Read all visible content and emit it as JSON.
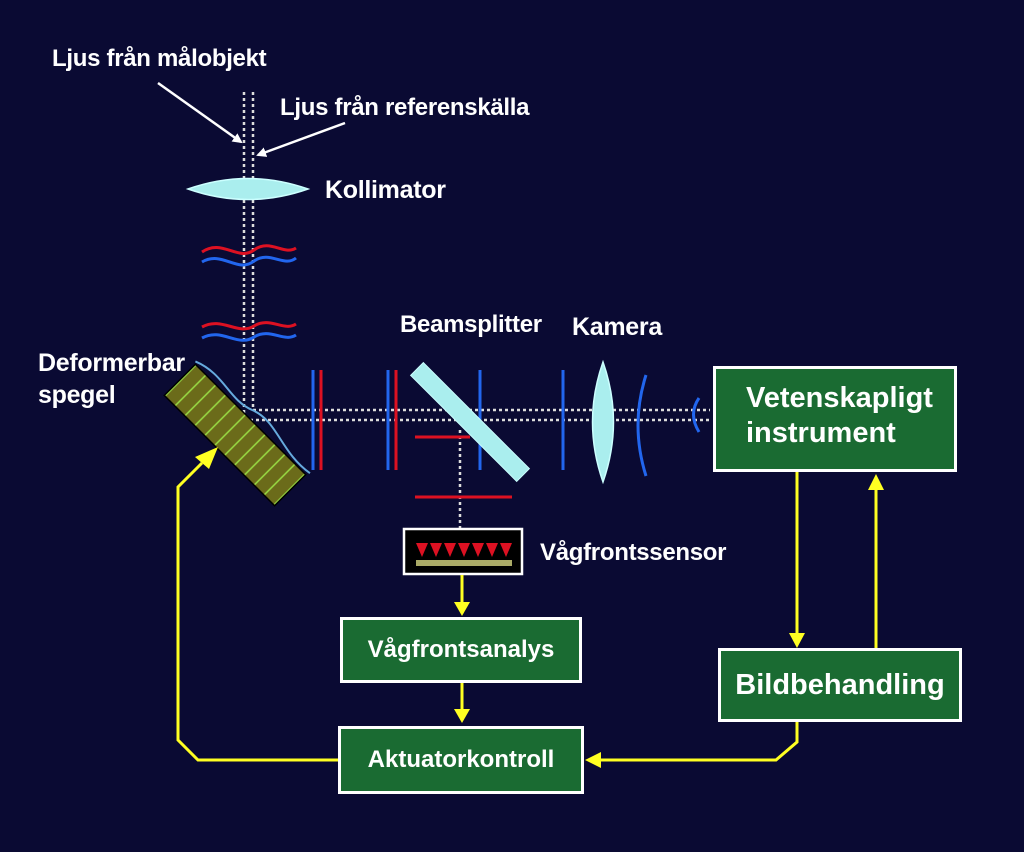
{
  "labels": {
    "light_target": "Ljus från målobjekt",
    "light_reference": "Ljus från referenskälla",
    "collimator": "Kollimator",
    "deformable_mirror": [
      "Deformerbar",
      "spegel"
    ],
    "beamsplitter": "Beamsplitter",
    "camera": "Kamera",
    "wavefront_sensor": "Vågfrontssensor"
  },
  "boxes": {
    "scientific_instrument": [
      "Vetenskapligt",
      "instrument"
    ],
    "wavefront_analysis": "Vågfrontsanalys",
    "image_processing": "Bildbehandling",
    "actuator_control": "Aktuatorkontroll"
  },
  "colors": {
    "background": "#0a0a33",
    "box_fill": "#1a6b32",
    "feedback_arrow": "#ffff22",
    "wave_red": "#dd1122",
    "wave_blue": "#2266ee",
    "lens": "#aaeeee"
  }
}
